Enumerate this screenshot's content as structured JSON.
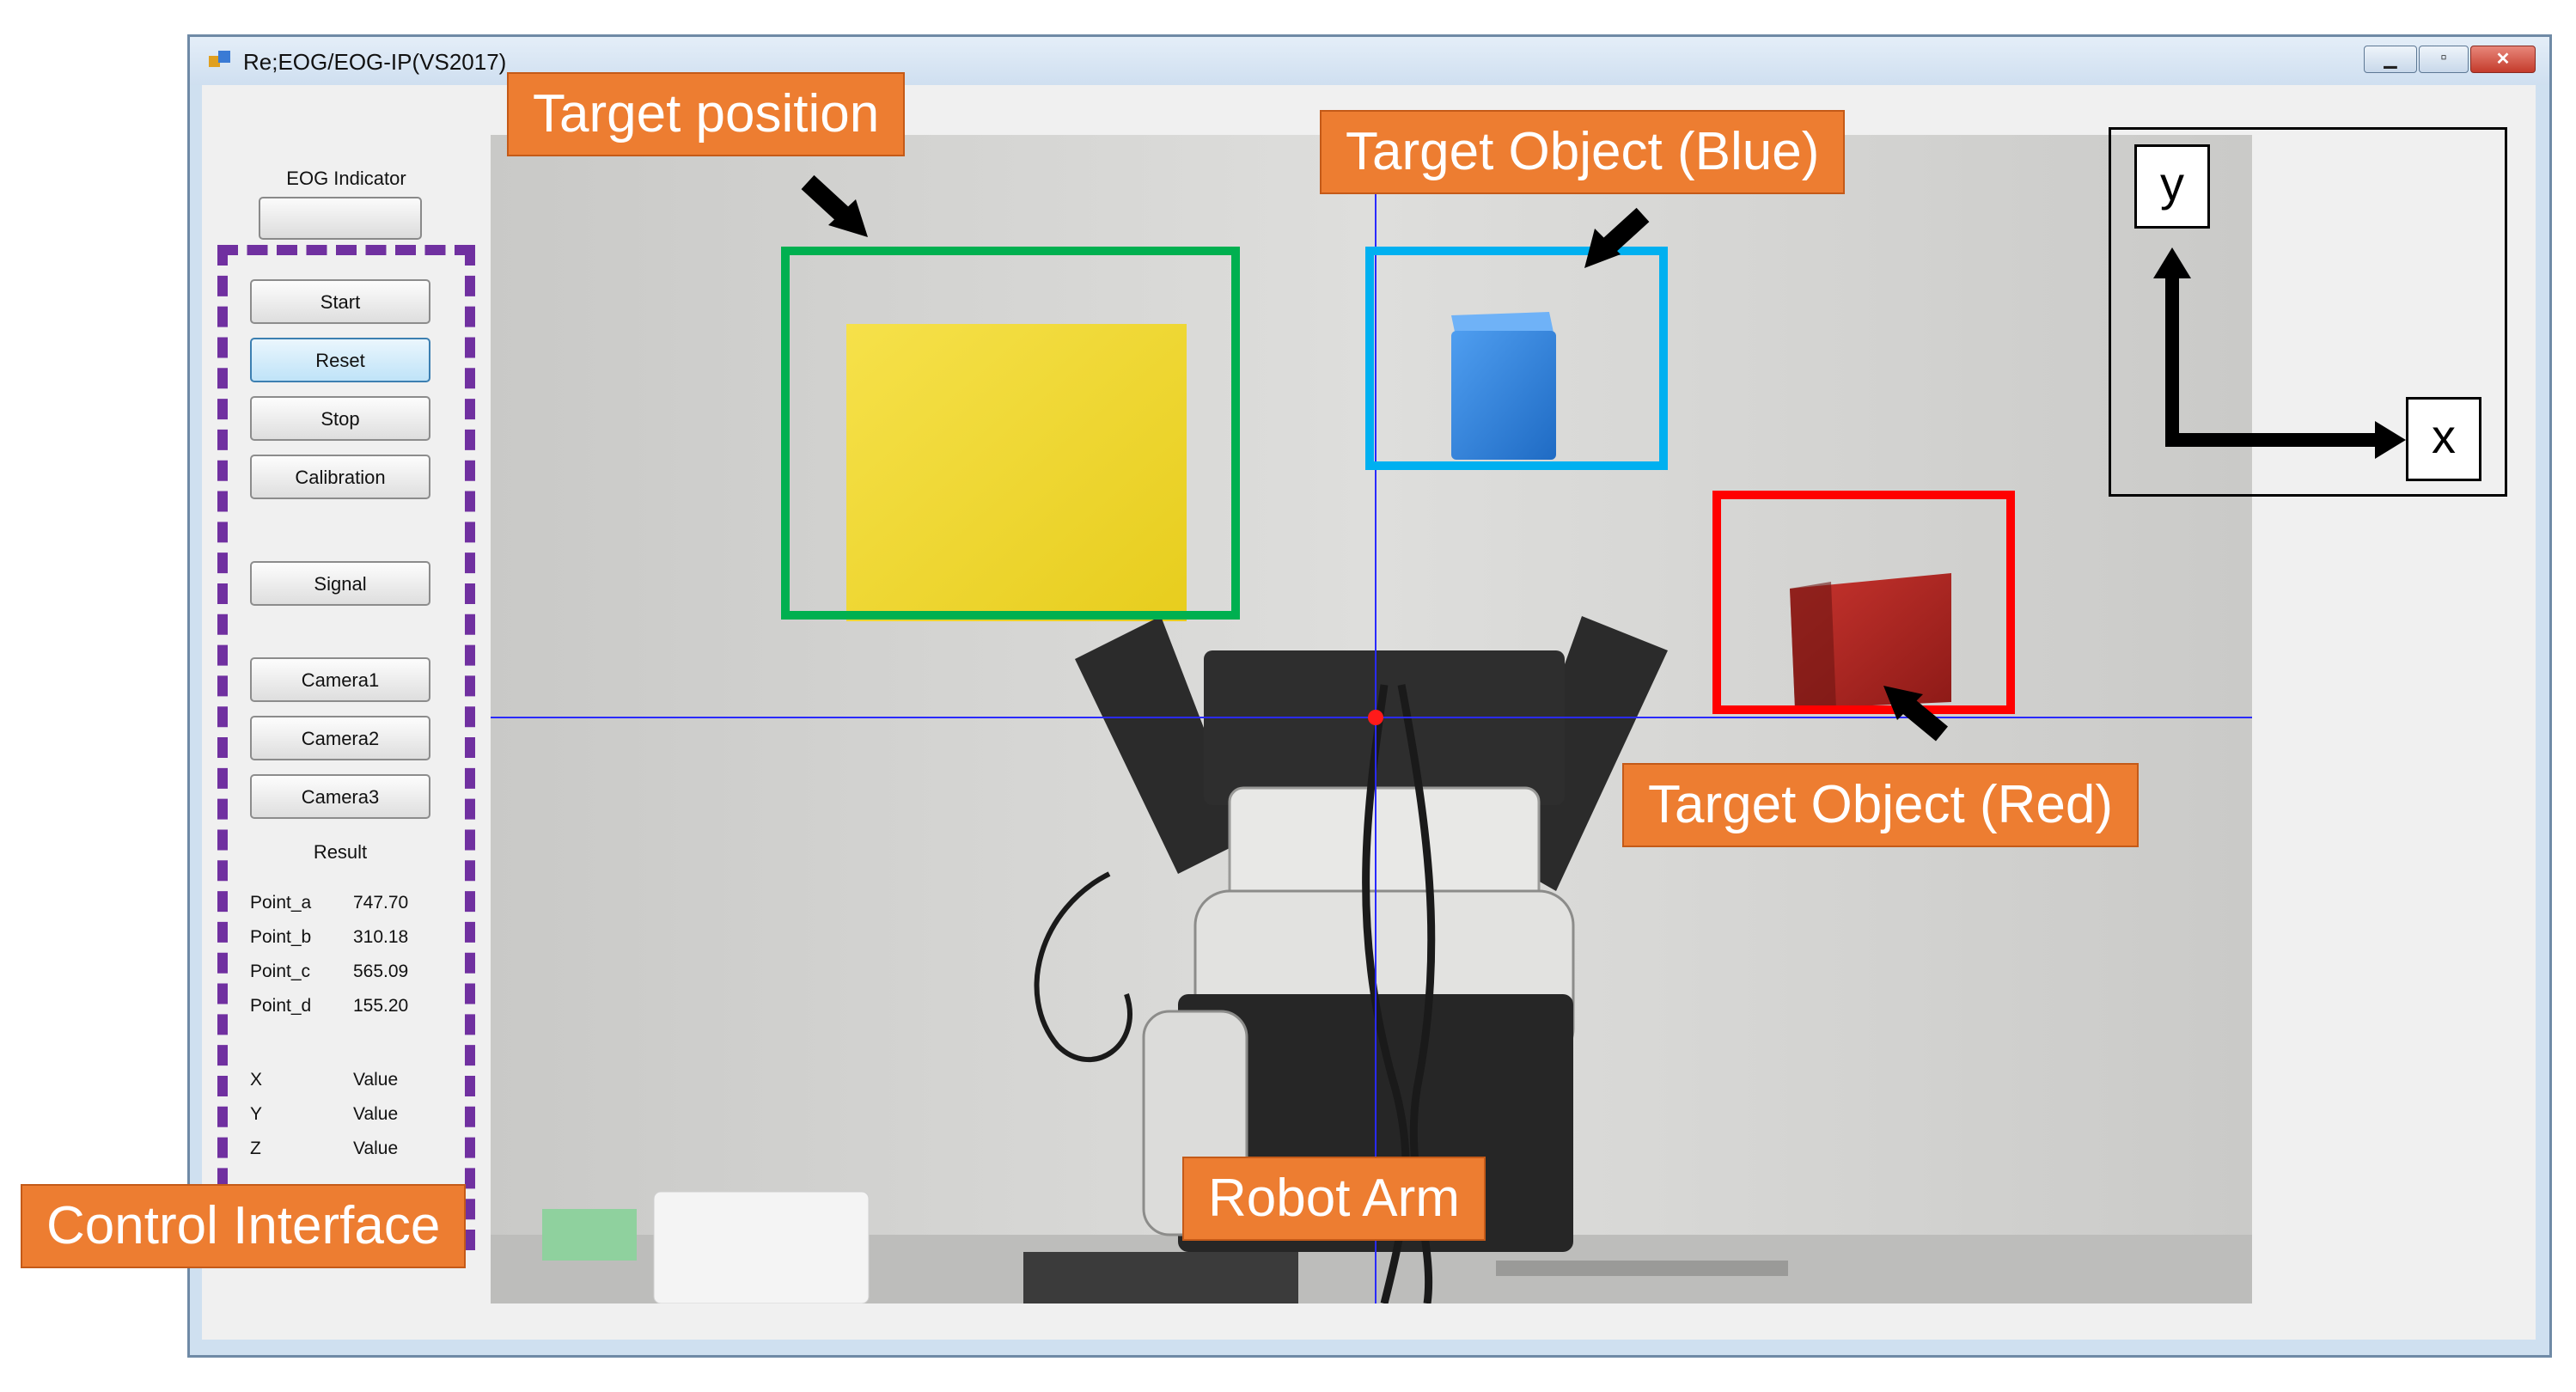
{
  "window": {
    "title": "Re;EOG/EOG-IP(VS2017)"
  },
  "panel": {
    "eog_indicator_label": "EOG Indicator",
    "buttons": {
      "start": "Start",
      "reset": "Reset",
      "stop": "Stop",
      "calibration": "Calibration",
      "signal": "Signal",
      "camera1": "Camera1",
      "camera2": "Camera2",
      "camera3": "Camera3"
    },
    "result_label": "Result",
    "results": [
      {
        "key": "Point_a",
        "value": "747.70"
      },
      {
        "key": "Point_b",
        "value": "310.18"
      },
      {
        "key": "Point_c",
        "value": "565.09"
      },
      {
        "key": "Point_d",
        "value": "155.20"
      },
      {
        "key": "X",
        "value": "Value"
      },
      {
        "key": "Y",
        "value": "Value"
      },
      {
        "key": "Z",
        "value": "Value"
      }
    ]
  },
  "annotations": {
    "target_position": "Target position",
    "target_blue": "Target Object (Blue)",
    "target_red": "Target Object (Red)",
    "robot_arm": "Robot Arm",
    "control_interface": "Control Interface",
    "axis_x": "x",
    "axis_y": "y"
  },
  "colors": {
    "callout_orange": "#ed7d31",
    "target_position_box": "#00b050",
    "blue_box": "#00b0f0",
    "red_box": "#ff0000",
    "dashed_panel": "#7030a0",
    "crosshair": "#2a2aff"
  }
}
